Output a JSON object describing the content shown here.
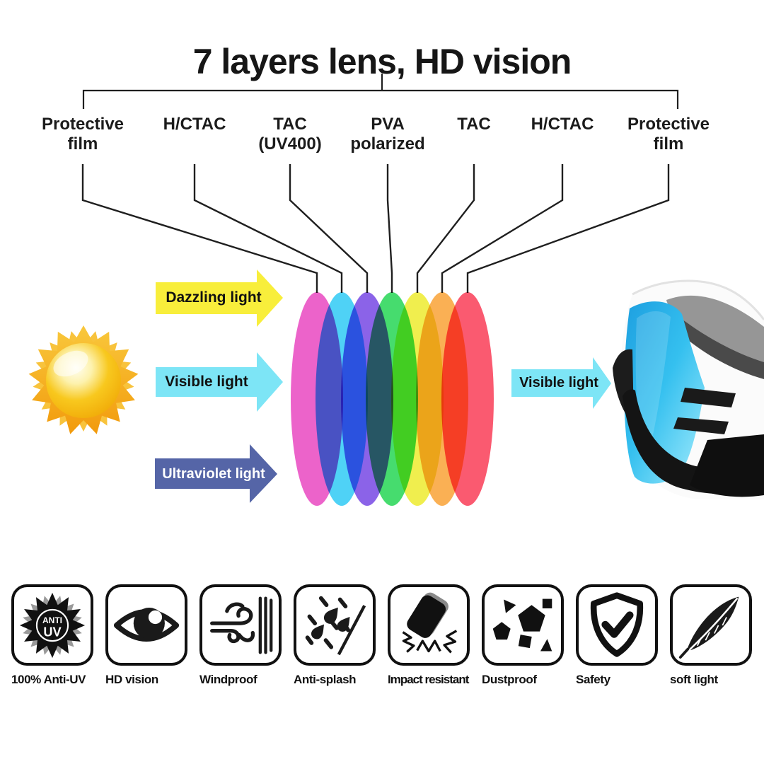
{
  "title": "7 layers lens, HD vision",
  "layers": [
    {
      "label": "Protective film",
      "color": "#ec63ca"
    },
    {
      "label": "H/CTAC",
      "color": "#4fd2f6"
    },
    {
      "label": "TAC (UV400)",
      "color": "#8b63e8"
    },
    {
      "label": "PVA polarized",
      "color": "#46dc6e"
    },
    {
      "label": "TAC",
      "color": "#f0ee4e"
    },
    {
      "label": "H/CTAC",
      "color": "#fab054"
    },
    {
      "label": "Protective film",
      "color": "#fa5a70"
    }
  ],
  "light_arrows": {
    "dazzling": {
      "label": "Dazzling light",
      "color": "#f8ee3b"
    },
    "visible_left": {
      "label": "Visible light",
      "color": "#7de5f6"
    },
    "ultraviolet": {
      "label": "Ultraviolet light",
      "color": "#5565a7"
    },
    "visible_right": {
      "label": "Visible light",
      "color": "#7de5f6"
    }
  },
  "sun": {
    "core_color": "#f8c81e",
    "ray_color": "#f29a0c"
  },
  "goggles": {
    "lens_color": "#35c0ef"
  },
  "features": [
    {
      "label": "100% Anti-UV",
      "badge_line1": "ANTI",
      "badge_line2": "UV"
    },
    {
      "label": "HD vision"
    },
    {
      "label": "Windproof"
    },
    {
      "label": "Anti-splash"
    },
    {
      "label": "Impact resistant"
    },
    {
      "label": "Dustproof"
    },
    {
      "label": "Safety"
    },
    {
      "label": "soft light"
    }
  ]
}
